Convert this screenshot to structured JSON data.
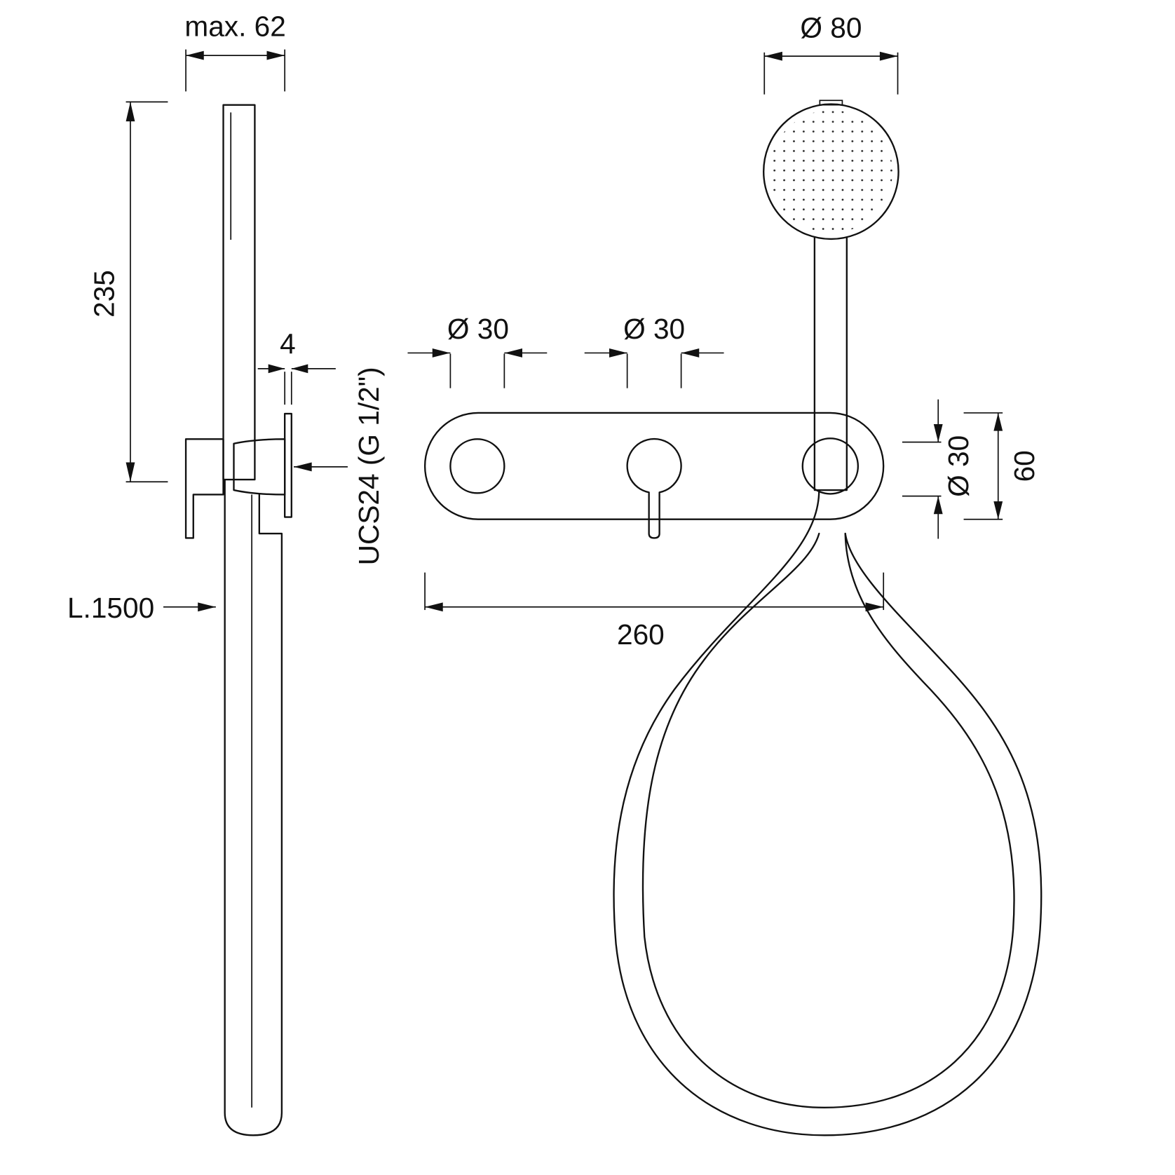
{
  "dimensions": {
    "max_width": "max. 62",
    "height": "235",
    "offset": "4",
    "connection": "UCS24 (G 1/2\")",
    "hose_length": "L.1500",
    "diameter_head": "Ø 80",
    "diameter_knob_left": "Ø 30",
    "diameter_knob_right": "Ø 30",
    "diameter_holder": "Ø 30",
    "plate_height": "60",
    "plate_width": "260"
  },
  "colors": {
    "line": "#111111",
    "background": "#ffffff"
  }
}
